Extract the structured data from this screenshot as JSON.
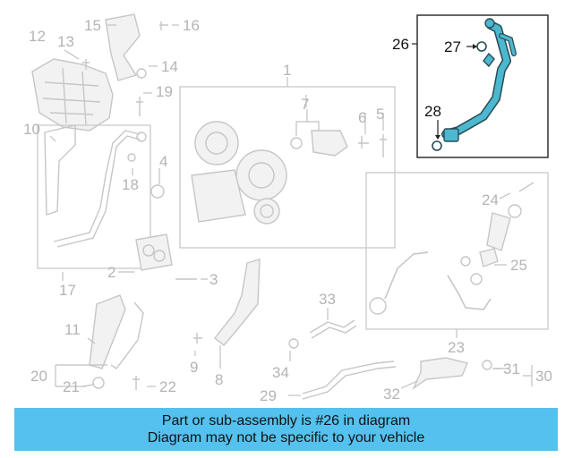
{
  "diagram": {
    "callouts": [
      "1",
      "2",
      "3",
      "4",
      "5",
      "6",
      "7",
      "8",
      "9",
      "10",
      "11",
      "12",
      "13",
      "14",
      "15",
      "16",
      "17",
      "18",
      "19",
      "20",
      "21",
      "22",
      "23",
      "24",
      "25",
      "26",
      "27",
      "28",
      "29",
      "30",
      "31",
      "32",
      "33",
      "34"
    ],
    "highlighted_part": "26",
    "colors": {
      "highlight": "#4bb8cf",
      "part_outline": "#c6c6c6",
      "callout_text": "#b4b4b4",
      "banner": "#55c1ee"
    }
  },
  "banner": {
    "line1": "Part or sub-assembly is #26 in diagram",
    "line2": "Diagram may not be specific to your vehicle"
  }
}
